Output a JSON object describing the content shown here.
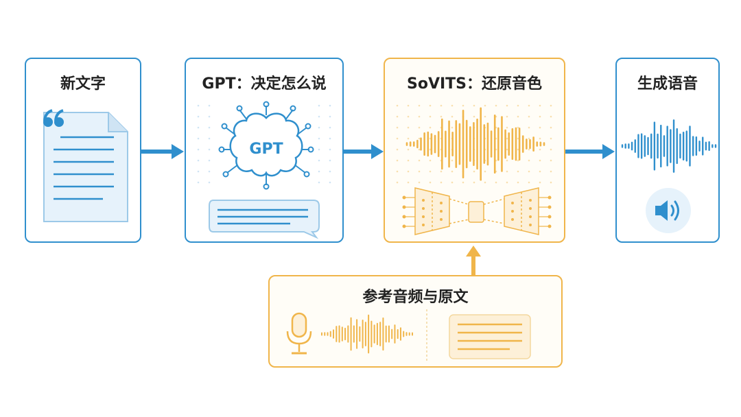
{
  "boxes": {
    "text": {
      "title": "新文字"
    },
    "gpt": {
      "title": "GPT：决定怎么说",
      "brain_label": "GPT"
    },
    "sovits": {
      "title": "SoVITS：还原音色"
    },
    "output": {
      "title": "生成语音"
    },
    "reference": {
      "title": "参考音频与原文"
    }
  },
  "icons": [
    "quote-icon",
    "document-icon",
    "brain-icon",
    "chat-bubble-icon",
    "waveform-icon",
    "encoder-decoder-icon",
    "speaker-icon",
    "microphone-icon"
  ],
  "colors": {
    "blue": "#2f8fcd",
    "orange": "#f0b54a",
    "light_blue": "#e6f2fb",
    "light_orange": "#fdf0d8"
  }
}
